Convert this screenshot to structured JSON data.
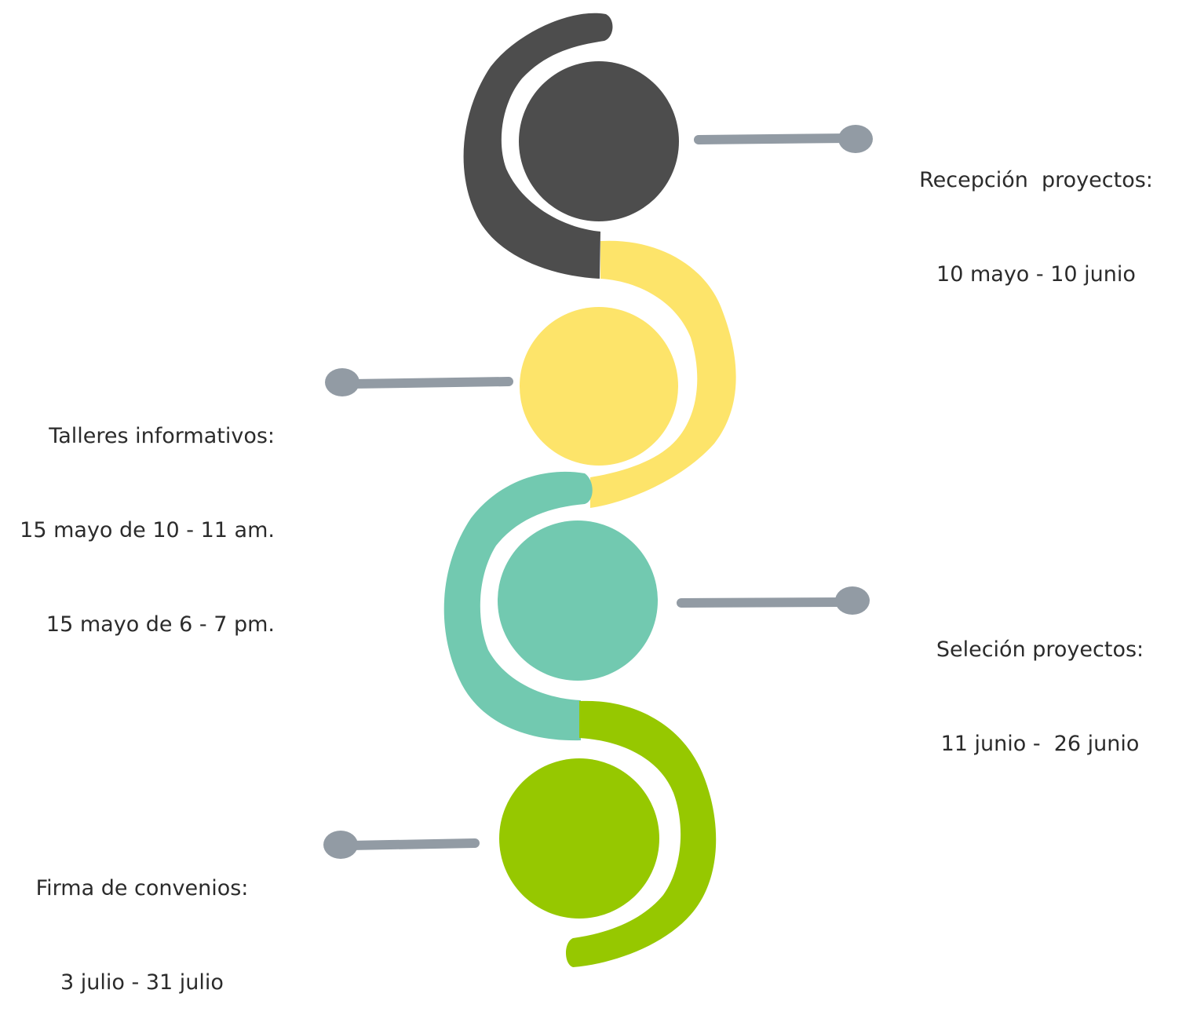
{
  "colors": {
    "background": "#ffffff",
    "step1": "#4d4d4d",
    "step2": "#fde46a",
    "step3": "#72c9b0",
    "step4": "#96c800",
    "connector": "#929ba4",
    "text": "#2b2b2b"
  },
  "steps": [
    {
      "lines": [
        "Recepción  proyectos:",
        "10 mayo - 10 junio"
      ],
      "side": "right"
    },
    {
      "lines": [
        "Talleres informativos:",
        "15 mayo de 10 - 11 am.",
        " 15 mayo de 6 - 7 pm."
      ],
      "side": "left"
    },
    {
      "lines": [
        "Seleción proyectos:",
        "11 junio -  26 junio"
      ],
      "side": "right"
    },
    {
      "lines": [
        "Firma de convenios:",
        "3 julio - 31 julio"
      ],
      "side": "left"
    }
  ]
}
